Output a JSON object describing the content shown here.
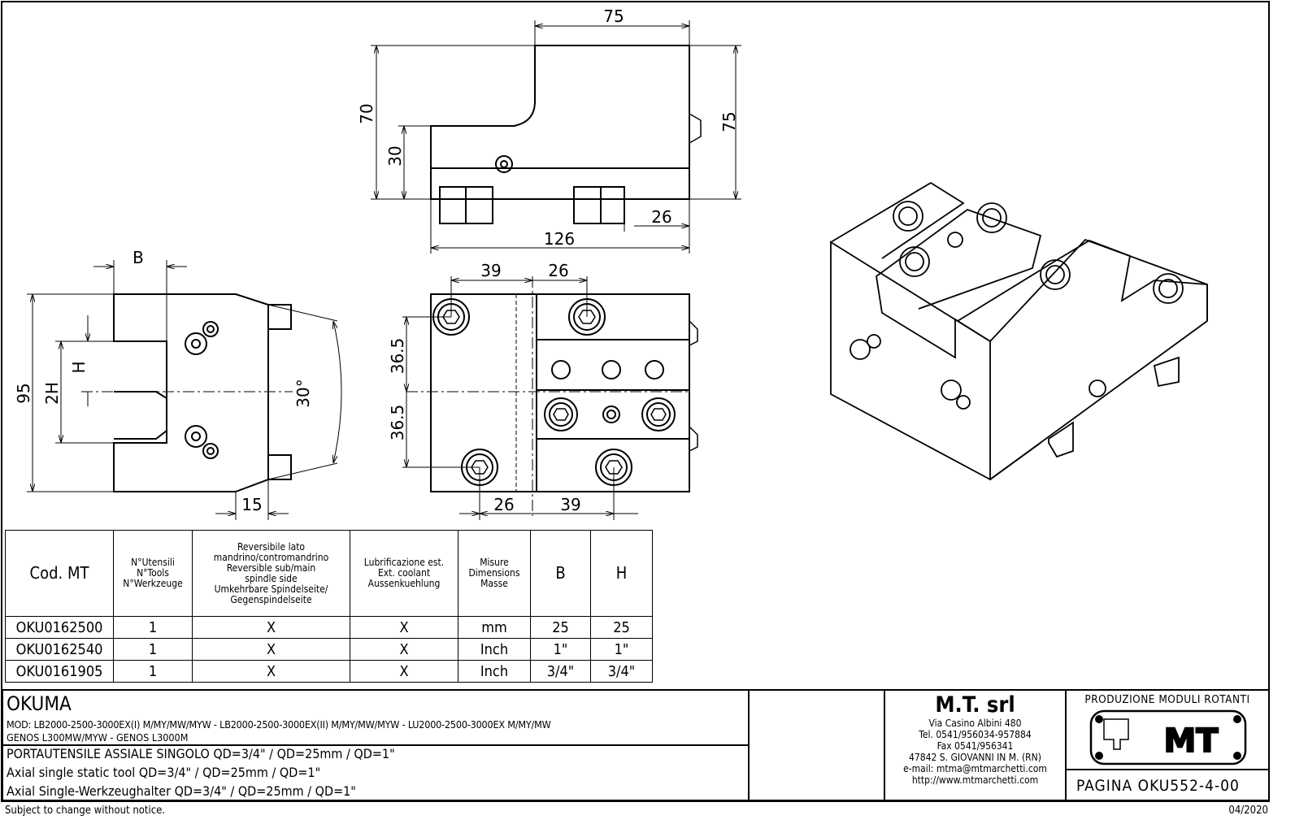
{
  "dimensions": {
    "top_width": "75",
    "top_height_left": "70",
    "top_step": "30",
    "top_height_right": "75",
    "top_length": "126",
    "top_pin_offset": "26",
    "front_B": "B",
    "front_height": "95",
    "front_2H": "2H",
    "front_H": "H",
    "front_angle": "30°",
    "front_bottom": "15",
    "side_top_left": "39",
    "side_top_right": "26",
    "side_upper": "36.5",
    "side_lower": "36.5",
    "side_bottom_left": "26",
    "side_bottom_right": "39"
  },
  "table": {
    "headers": [
      "Cod. MT",
      "N°Utensili\nN°Tools\nN°Werkzeuge",
      "Reversibile lato\nmandrino/contromandrino\nReversible sub/main\nspindle side\nUmkehrbare Spindelseite/\nGegenspindelseite",
      "Lubrificazione est.\nExt. coolant\nAussenkuehlung",
      "Misure\nDimensions\nMasse",
      "B",
      "H"
    ],
    "rows": [
      [
        "OKU0162500",
        "1",
        "X",
        "X",
        "mm",
        "25",
        "25"
      ],
      [
        "OKU0162540",
        "1",
        "X",
        "X",
        "Inch",
        "1\"",
        "1\""
      ],
      [
        "OKU0161905",
        "1",
        "X",
        "X",
        "Inch",
        "3/4\"",
        "3/4\""
      ]
    ]
  },
  "title_block": {
    "brand": "OKUMA",
    "models_line1": "MOD: LB2000-2500-3000EX(I) M/MY/MW/MYW - LB2000-2500-3000EX(II) M/MY/MW/MYW - LU2000-2500-3000EX M/MY/MW",
    "models_line2": "GENOS L300MW/MYW - GENOS L3000M",
    "desc_it": "PORTAUTENSILE ASSIALE SINGOLO QD=3/4\" / QD=25mm / QD=1\"",
    "desc_en": "Axial single static tool QD=3/4\" / QD=25mm / QD=1\"",
    "desc_de": "Axial Single-Werkzeughalter QD=3/4\" / QD=25mm / QD=1\"",
    "company": "M.T. srl",
    "address": [
      "Via Casino Albini 480",
      "Tel. 0541/956034-957884",
      "Fax 0541/956341",
      "47842 S. GIOVANNI IN M. (RN)",
      "e-mail: mtma@mtmarchetti.com",
      "http://www.mtmarchetti.com"
    ],
    "production": "PRODUZIONE MODULI ROTANTI",
    "logo_text": "MT",
    "page": "PAGINA OKU552-4-00"
  },
  "footer": {
    "notice": "Subject to change without notice.",
    "date": "04/2020"
  }
}
